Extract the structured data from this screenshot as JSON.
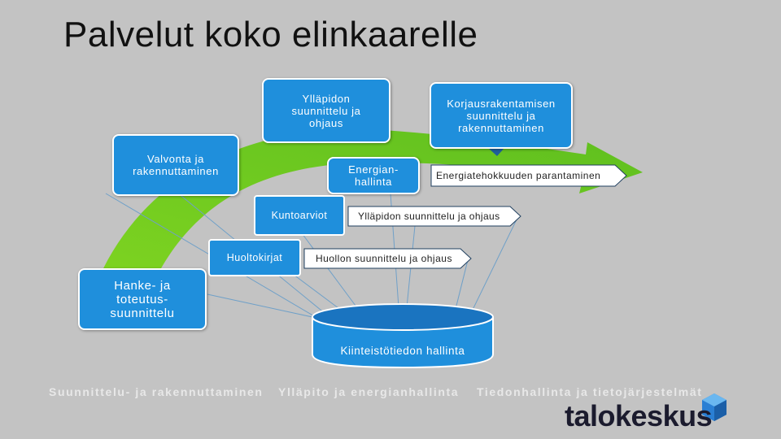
{
  "title": "Palvelut koko elinkaarelle",
  "boxes": {
    "yllapidon_top": "Ylläpidon\nsuunnittelu ja\nohjaus",
    "korjaus": "Korjausrakentamisen\nsuunnittelu ja\nrakennuttaminen",
    "valvonta": "Valvonta ja\nrakennuttaminen",
    "energian": "Energian-\nhallinta",
    "kuntoarviot": "Kuntoarviot",
    "huoltokirjat": "Huoltokirjat",
    "hanke": "Hanke- ja\ntoteutus-\nsuunnittelu"
  },
  "arrows": {
    "energiatehokkuus": "Energiatehokkuuden parantaminen",
    "yllapito": "Ylläpidon suunnittelu ja ohjaus",
    "huolto": "Huollon suunnittelu ja ohjaus"
  },
  "database": "Kiinteistötiedon hallinta",
  "footer": {
    "left": "Suunnittelu- ja rakennuttaminen",
    "middle": "Ylläpito ja energianhallinta",
    "right": "Tiedonhallinta ja tietojärjestelmät"
  },
  "logo": "talokeskus",
  "colors": {
    "background": "#c3c3c3",
    "box": "#1f8fdc",
    "green_arrow": "#7ed321",
    "tag_fill": "#1f8fdc",
    "pill_fill": "#ffffff",
    "logo_blue": "#2a7fd4"
  }
}
